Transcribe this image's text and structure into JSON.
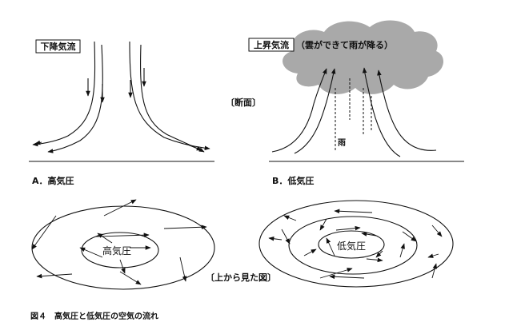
{
  "labels": {
    "descending_flow": "下降気流",
    "ascending_flow": "上昇気流",
    "ascending_note": "（雲ができて雨が降る）",
    "cross_section": "〔断面〕",
    "rain": "雨",
    "section_a": "A．高気圧",
    "section_b": "B．低気圧",
    "high_core": "高気圧",
    "low_core": "低気圧",
    "top_view": "〔上から見た図〕",
    "caption": "図４　高気圧と低気圧の空気の流れ"
  },
  "colors": {
    "ink": "#111111",
    "cloud": "#a9a9a9",
    "background": "#ffffff"
  }
}
